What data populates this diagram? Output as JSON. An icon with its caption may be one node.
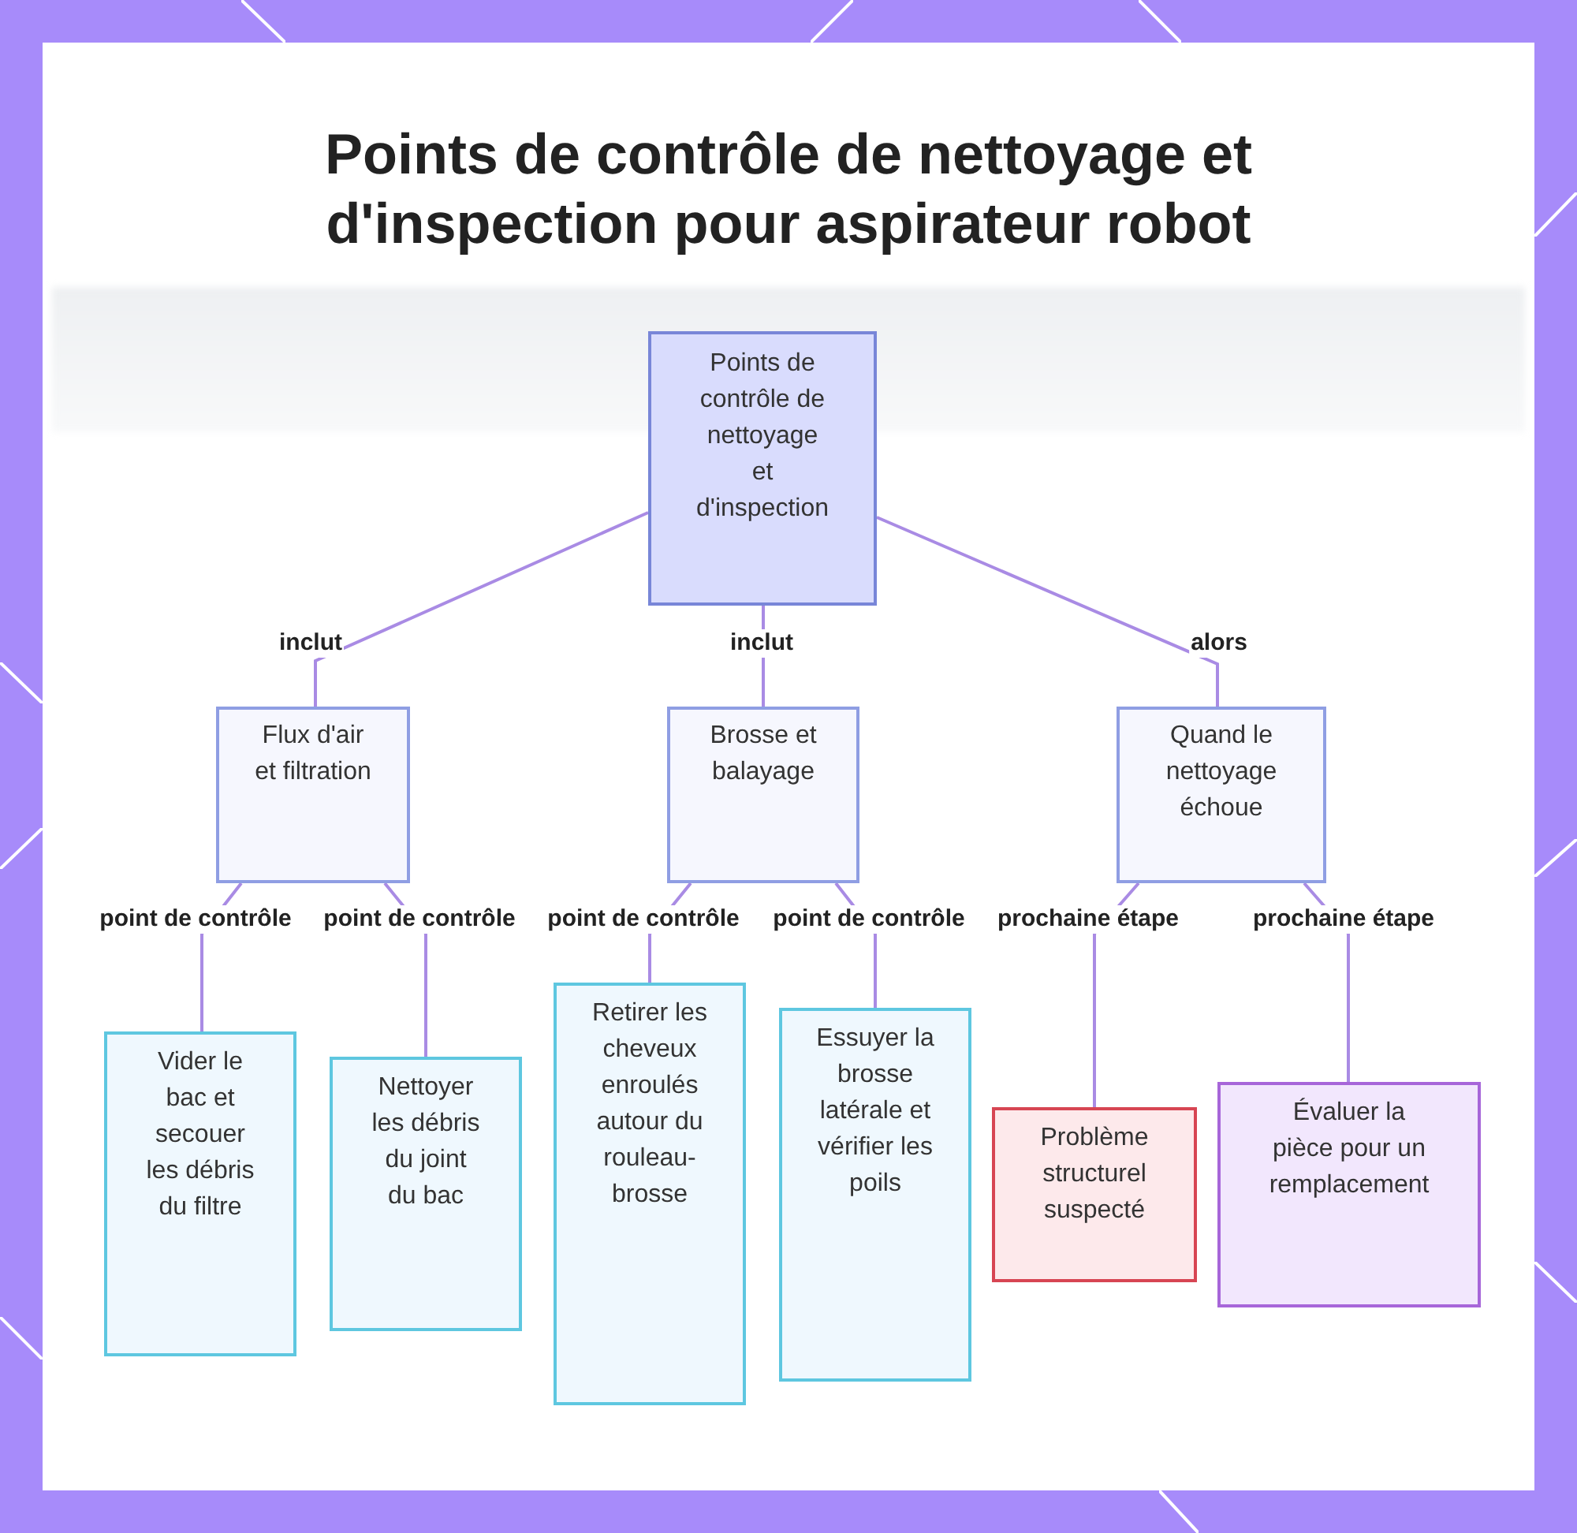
{
  "diagram": {
    "title": "Points de contrôle de nettoyage et d'inspection pour aspirateur robot",
    "nodes": [
      {
        "text": [
          "Points de contrôle de nettoyage et d'inspection"
        ]
      },
      {
        "text": [
          "Flux d'air et filtration"
        ]
      },
      {
        "text": [
          "Brosse et balayage"
        ]
      },
      {
        "text": [
          "Quand le nettoyage échoue"
        ]
      },
      {
        "text": [
          "Vider le bac et secouer les débris du filtre"
        ]
      },
      {
        "text": [
          "Nettoyer les débris du joint du bac"
        ]
      },
      {
        "text": [
          "Retirer les cheveux enroulés autour du rouleau-brosse"
        ]
      },
      {
        "text": [
          "Essuyer la brosse latérale et vérifier les poils"
        ]
      },
      {
        "text": [
          "Problème structurel suspecté"
        ]
      },
      {
        "text": [
          "Évaluer la pièce pour un remplacement"
        ]
      }
    ],
    "edges": [
      {
        "from": 0,
        "to": 1,
        "arrow": "none",
        "label": "inclut"
      },
      {
        "from": 0,
        "to": 2,
        "arrow": "none",
        "label": "inclut"
      },
      {
        "from": 0,
        "to": 3,
        "arrow": "none",
        "label": "alors"
      },
      {
        "from": 1,
        "to": 4,
        "arrow": "none",
        "label": "point de contrôle"
      },
      {
        "from": 1,
        "to": 5,
        "arrow": "none",
        "label": "point de contrôle"
      },
      {
        "from": 2,
        "to": 6,
        "arrow": "none",
        "label": "point de contrôle"
      },
      {
        "from": 2,
        "to": 7,
        "arrow": "none",
        "label": "point de contrôle"
      },
      {
        "from": 3,
        "to": 8,
        "arrow": "none",
        "label": "prochaine étape"
      },
      {
        "from": 3,
        "to": 9,
        "arrow": "none",
        "label": "prochaine étape"
      }
    ]
  }
}
